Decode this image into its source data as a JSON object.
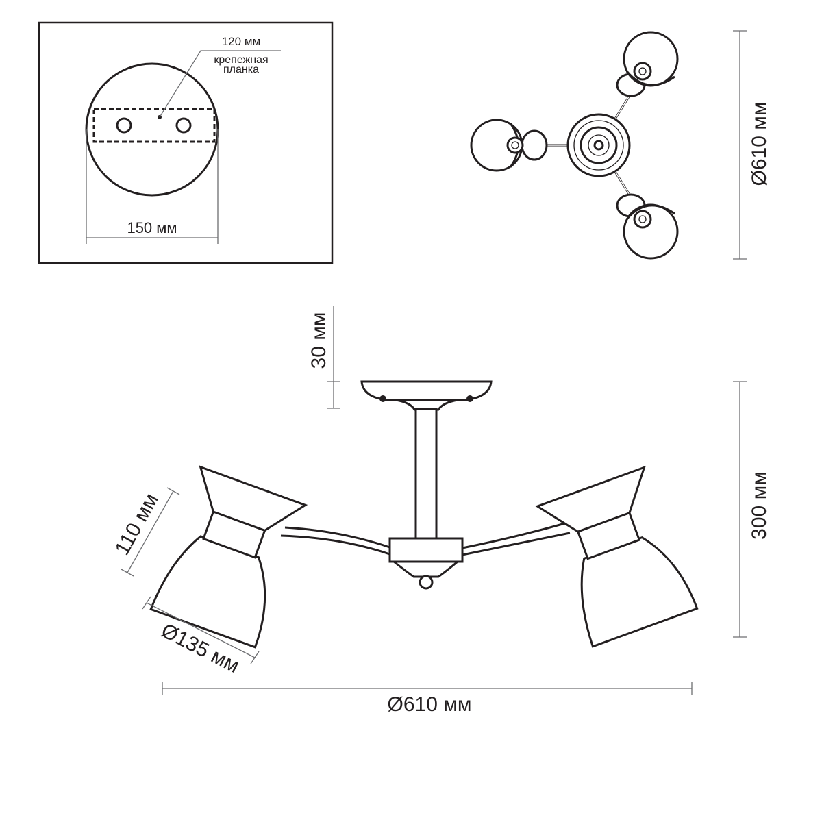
{
  "colors": {
    "line": "#231f20",
    "dimension": "#6d6e71",
    "background": "#ffffff"
  },
  "mount_plate": {
    "bar_length": "120 мм",
    "bar_name_line1": "крепежная",
    "bar_name_line2": "планка",
    "plate_diameter": "150 мм"
  },
  "top_view": {
    "overall_diameter": "Ø610 мм"
  },
  "side_view": {
    "canopy_height": "30 мм",
    "total_height": "300 мм",
    "shade_height": "110 мм",
    "shade_diameter": "Ø135 мм",
    "overall_diameter": "Ø610 мм"
  }
}
